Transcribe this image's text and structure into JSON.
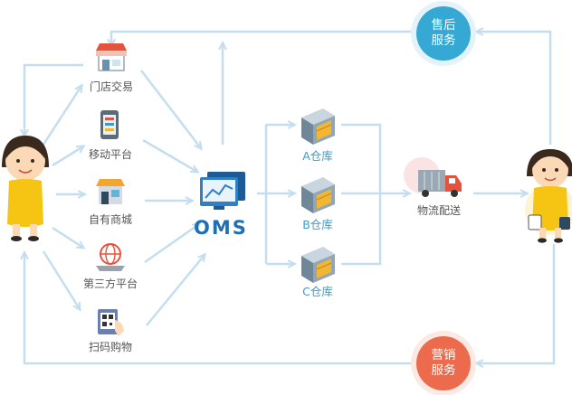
{
  "channels": [
    {
      "label": "门店交易",
      "icon": "storefront-icon"
    },
    {
      "label": "移动平台",
      "icon": "mobile-phone-icon"
    },
    {
      "label": "自有商城",
      "icon": "shop-building-icon"
    },
    {
      "label": "第三方平台",
      "icon": "globe-platform-icon"
    },
    {
      "label": "扫码购物",
      "icon": "qr-scan-icon"
    }
  ],
  "center": {
    "label": "OMS",
    "icon": "monitor-chart-icon"
  },
  "warehouses": [
    {
      "label": "A仓库",
      "icon": "warehouse-icon"
    },
    {
      "label": "B仓库",
      "icon": "warehouse-icon"
    },
    {
      "label": "C仓库",
      "icon": "warehouse-icon"
    }
  ],
  "logistics": {
    "label": "物流配送",
    "icon": "truck-icon"
  },
  "after_sales": {
    "line1": "售后",
    "line2": "服务"
  },
  "marketing": {
    "line1": "营销",
    "line2": "服务"
  },
  "colors": {
    "arrow": "#c4def0",
    "after_sales": "#35a9d3",
    "marketing": "#ec6b4c",
    "oms": "#1e6fb6",
    "warehouse_label": "#3d9bc6"
  }
}
